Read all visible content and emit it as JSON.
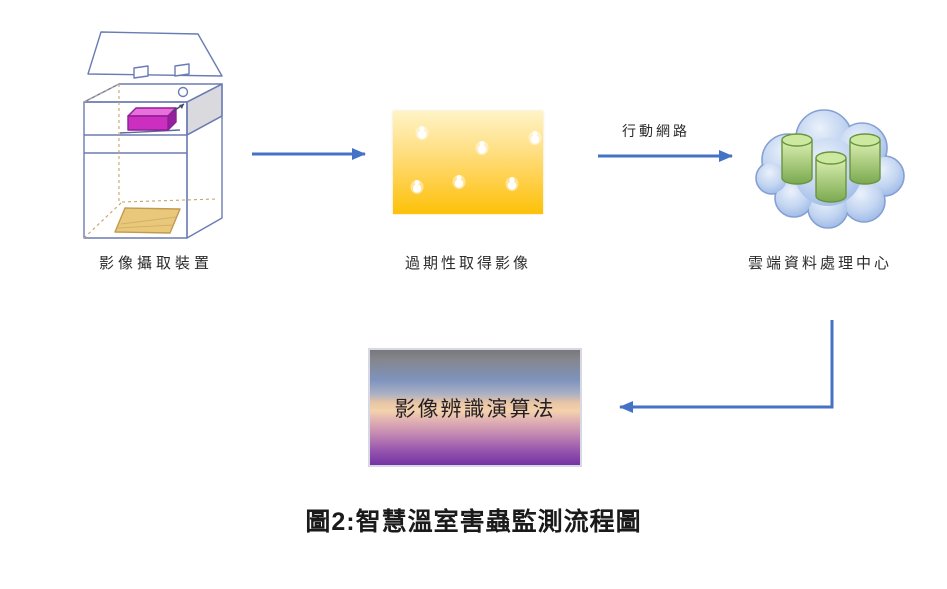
{
  "caption": "圖2:智慧溫室害蟲監測流程圖",
  "nodes": {
    "capture_device": {
      "label": "影像攝取裝置",
      "icon": "pest-trap-device-icon"
    },
    "trap_image": {
      "label": "過期性取得影像",
      "icon": "sticky-trap-photo",
      "bug_count": 6
    },
    "cloud_center": {
      "label": "雲端資料處理中心",
      "icon": "cloud-databases-icon"
    },
    "algorithm": {
      "label": "影像辨識演算法"
    }
  },
  "arrows": {
    "image_to_cloud": {
      "label": "行動網路"
    }
  },
  "colors": {
    "arrow_blue": "#4472c4",
    "trap_gradient_top": "#fff3c6",
    "trap_gradient_bottom": "#fdc108",
    "cloud_fill_light": "#eaf1fb",
    "cloud_fill_deep": "#96b4e5",
    "cloud_stroke": "#84a0d4",
    "cylinder_green_light": "#dcf0b2",
    "cylinder_green_dark": "#7aa94f",
    "camera_magenta": "#cc2fbf",
    "sticky_pad_tan": "#e9c87c",
    "algo_gradient": [
      "#77787e",
      "#7e93bd",
      "#f4d2ac",
      "#c488b2",
      "#7433a3"
    ],
    "line_art_blue": "#6b7cb4"
  }
}
